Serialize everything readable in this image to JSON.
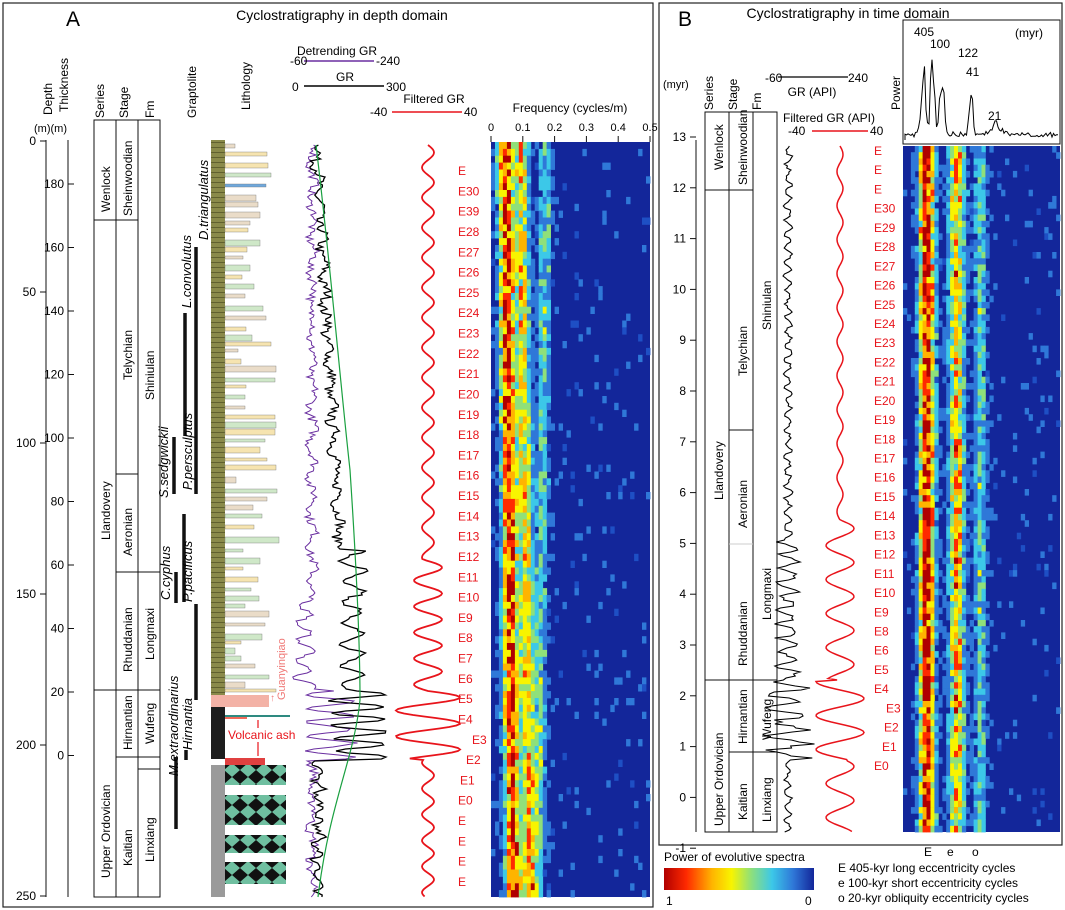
{
  "panelA": {
    "letter": "A",
    "title": "Cyclostratigraphy in depth domain",
    "headers": {
      "depth": "Depth",
      "thickness": "Thickness",
      "units": "(m)(m)",
      "series": "Series",
      "stage": "Stage",
      "fm": "Fm",
      "graptolite": "Graptolite",
      "lithology": "Lithology"
    },
    "depth_ticks": [
      "0",
      "50",
      "100",
      "150",
      "200",
      "250"
    ],
    "thickness_ticks": [
      "180",
      "160",
      "140",
      "120",
      "100",
      "80",
      "60",
      "40",
      "20",
      "0"
    ],
    "series": [
      "Wenlock",
      "Llandovery",
      "Upper Ordovician"
    ],
    "stages": [
      "Sheinwoodian",
      "Telychian",
      "Aeronian",
      "Rhuddanian",
      "Hirnantian",
      "Kaitian"
    ],
    "formations": [
      "Shiniulan",
      "Longmaxi",
      "Wufeng",
      "Linxiang"
    ],
    "graptolites": [
      "D.triangulatus",
      "L.convolutus",
      "S.sedgwickii",
      "P.persculptus",
      "C.cyphus",
      "P.pacificus",
      "M.extraordinarius",
      "Hirnantia"
    ],
    "annotations": {
      "guanyinqiao": "Guanyinqiao",
      "volcanic_ash": "Volcanic ash"
    },
    "curves": {
      "detrending": {
        "label": "Detrending GR",
        "min": "-60",
        "max": "-240",
        "color": "#6a2fa0"
      },
      "gr": {
        "label": "GR",
        "min": "0",
        "max": "300",
        "color": "#000000"
      },
      "filtered": {
        "label": "Filtered GR",
        "min": "-40",
        "max": "40",
        "color": "#e8141b"
      }
    },
    "cycle_labels": [
      "E",
      "E30",
      "E39",
      "E28",
      "E27",
      "E26",
      "E25",
      "E24",
      "E23",
      "E22",
      "E21",
      "E20",
      "E19",
      "E18",
      "E17",
      "E16",
      "E15",
      "E14",
      "E13",
      "E12",
      "E11",
      "E10",
      "E9",
      "E8",
      "E7",
      "E6",
      "E5",
      "E4",
      "E3",
      "E2",
      "E1",
      "E0",
      "E",
      "E",
      "E",
      "E"
    ],
    "spectrum": {
      "axis_label": "Frequency (cycles/m)",
      "ticks": [
        "0",
        "0.1",
        "0.2",
        "0.3",
        "0.4",
        "0.5"
      ]
    }
  },
  "panelB": {
    "letter": "B",
    "title": "Cyclostratigraphy  in time domain",
    "headers": {
      "myr": "(myr)",
      "series": "Series",
      "stage": "Stage",
      "fm": "Fm",
      "power": "Power",
      "myr_right": "(myr)"
    },
    "time_ticks": [
      "13",
      "12",
      "11",
      "10",
      "9",
      "8",
      "7",
      "6",
      "5",
      "4",
      "3",
      "2",
      "1",
      "0",
      "-1"
    ],
    "series": [
      "Wenlock",
      "Llandovery",
      "Upper Ordovician"
    ],
    "stages": [
      "Sheinwoodian",
      "Telychian",
      "Aeronian",
      "Rhuddanian",
      "Hirnantian",
      "Kaitian"
    ],
    "formations": [
      "Shiniulan",
      "Longmaxi",
      "Wufeng",
      "Linxiang"
    ],
    "curves": {
      "gr": {
        "label": "GR (API)",
        "min": "-60",
        "max": "240"
      },
      "filtered": {
        "label": "Filtered GR (API)",
        "min": "-40",
        "max": "40"
      }
    },
    "power_peaks": [
      "405",
      "100",
      "122",
      "41",
      "21"
    ],
    "cycle_labels": [
      "E",
      "E",
      "E",
      "E30",
      "E29",
      "E28",
      "E27",
      "E26",
      "E25",
      "E24",
      "E23",
      "E22",
      "E21",
      "E20",
      "E19",
      "E18",
      "E17",
      "E16",
      "E15",
      "E14",
      "E13",
      "E12",
      "E11",
      "E10",
      "E9",
      "E8",
      "E6",
      "E5",
      "E4",
      "E3",
      "E2",
      "E1",
      "E0"
    ],
    "spectrum_axis": [
      "E",
      "e",
      "o"
    ]
  },
  "legend": {
    "title": "Power of evolutive spectra",
    "min": "1",
    "max": "0",
    "items": [
      "E  405-kyr long eccentricity cycles",
      "e  100-kyr short eccentricity cycles",
      "o  20-kyr obliquity eccentricity cycles"
    ]
  }
}
